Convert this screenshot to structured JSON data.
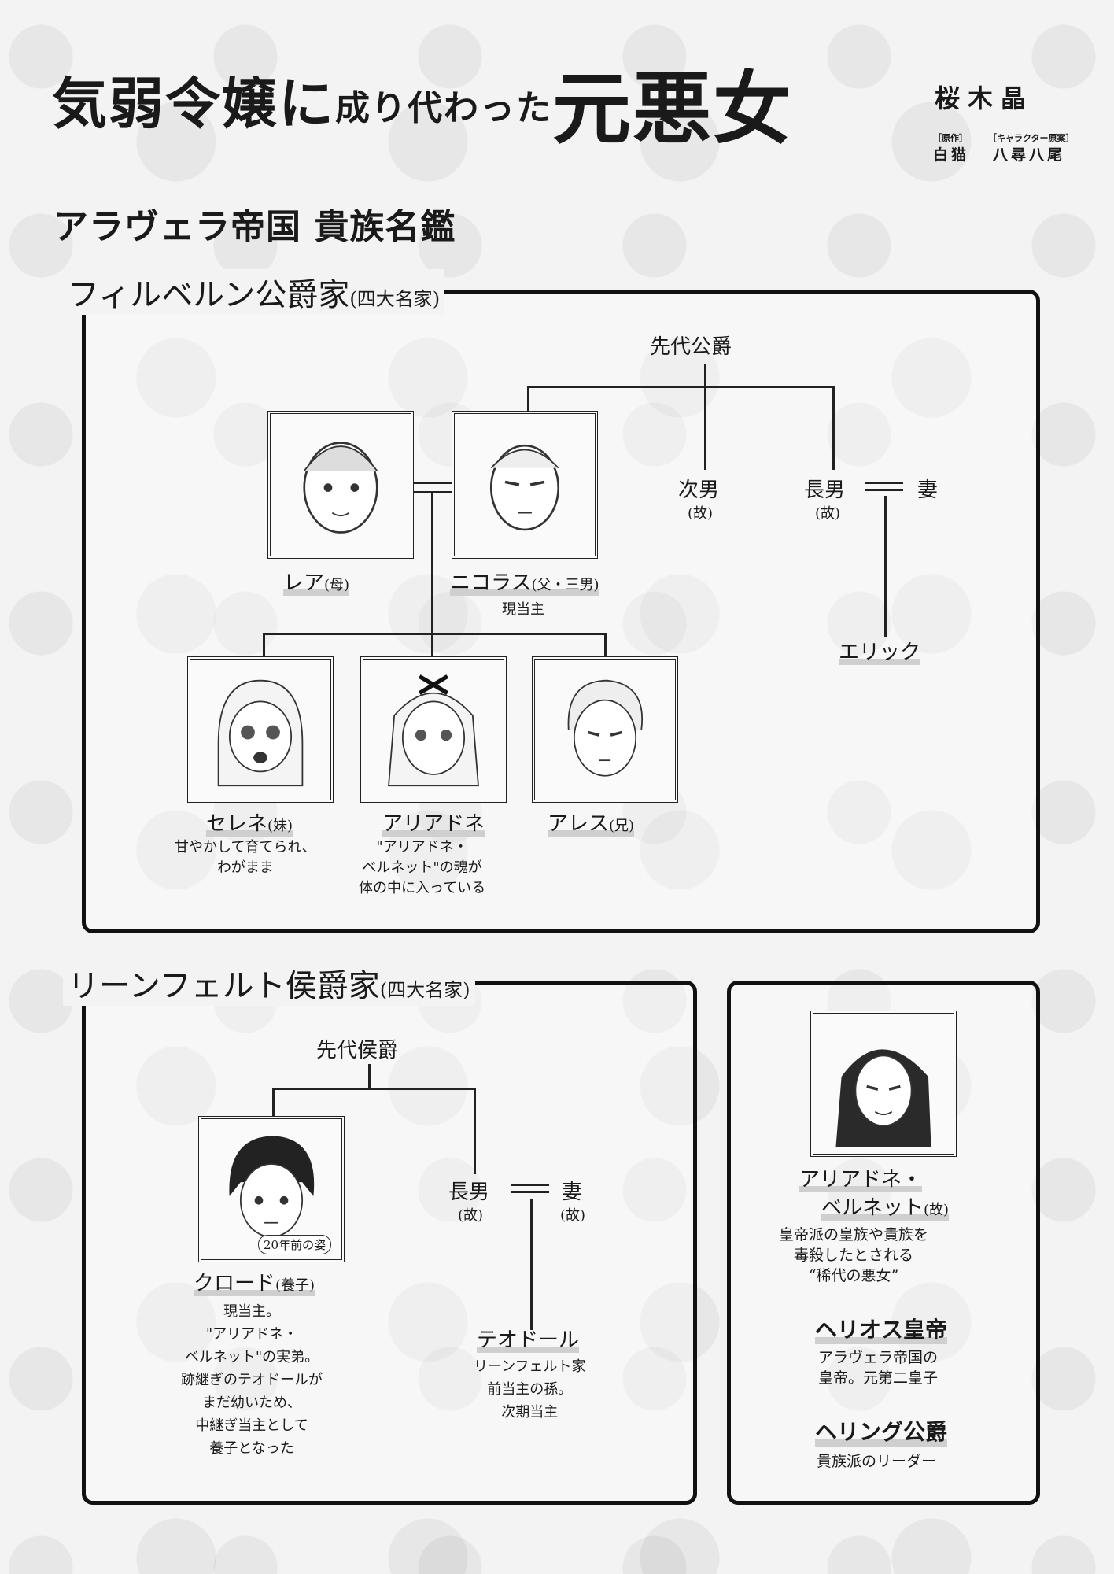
{
  "title": {
    "part1": "気弱令嬢に",
    "part2": "成り代わった",
    "part3": "元悪女"
  },
  "credits": {
    "author": "桜木晶",
    "original_label": "［原作］",
    "character_label": "［キャラクター原案］",
    "illustrator": "白猫",
    "character_designer": "八尋八尾"
  },
  "subtitle": "アラヴェラ帝国 貴族名鑑",
  "filbern": {
    "house": "フィルベルン公爵家",
    "house_suffix": "(四大名家)",
    "former_duke": "先代公爵",
    "second_son": "次男",
    "second_son_note": "(故)",
    "eldest_son": "長男",
    "eldest_son_note": "(故)",
    "wife": "妻",
    "eric": "エリック",
    "rea": "レア",
    "rea_suffix": "(母)",
    "nicholas": "ニコラス",
    "nicholas_suffix": "(父・三男)",
    "nicholas_note": "現当主",
    "serene": "セレネ",
    "serene_suffix": "(妹)",
    "serene_note": "甘やかして育てられ、\nわがまま",
    "ariadne": "アリアドネ",
    "ariadne_note": "\"アリアドネ・\nベルネット\"の魂が\n体の中に入っている",
    "ares": "アレス",
    "ares_suffix": "(兄)"
  },
  "rienfeld": {
    "house": "リーンフェルト侯爵家",
    "house_suffix": "(四大名家)",
    "former_marquis": "先代侯爵",
    "eldest_son": "長男",
    "eldest_son_note": "(故)",
    "wife": "妻",
    "wife_note": "(故)",
    "claude": "クロード",
    "claude_suffix": "(養子)",
    "claude_badge": "20年前の姿",
    "claude_note": "現当主。\n\"アリアドネ・\nベルネット\"の実弟。\n跡継ぎのテオドールが\nまだ幼いため、\n中継ぎ当主として\n養子となった",
    "theodore": "テオドール",
    "theodore_note": "リーンフェルト家\n前当主の孫。\n次期当主"
  },
  "others": {
    "ariadne_bernet_line1": "アリアドネ・",
    "ariadne_bernet_line2": "ベルネット",
    "ariadne_bernet_suffix": "(故)",
    "ariadne_bernet_note": "皇帝派の皇族や貴族を\n毒殺したとされる\n“稀代の悪女”",
    "helios": "ヘリオス皇帝",
    "helios_note": "アラヴェラ帝国の\n皇帝。元第二皇子",
    "hering": "ヘリング公爵",
    "hering_note": "貴族派のリーダー"
  }
}
